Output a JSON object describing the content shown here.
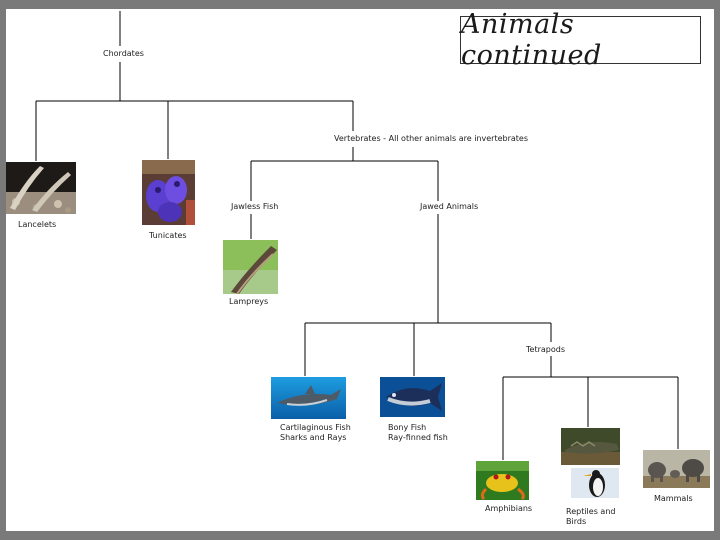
{
  "title": "Animals continued",
  "nodes": {
    "chordates": "Chordates",
    "vertebrates": "Vertebrates - All other animals are invertebrates",
    "jawless_fish": "Jawless Fish",
    "jawed_animals": "Jawed Animals",
    "tetrapods": "Tetrapods"
  },
  "leaves": {
    "lancelets": "Lancelets",
    "tunicates": "Tunicates",
    "lampreys": "Lampreys",
    "cartilaginous_1": "Cartilaginous Fish",
    "cartilaginous_2": "Sharks and Rays",
    "bony_1": "Bony Fish",
    "bony_2": "Ray-finned fish",
    "amphibians": "Amphibians",
    "reptiles_1": "Reptiles and",
    "reptiles_2": "Birds",
    "mammals": "Mammals"
  },
  "photos": [
    "lancelet-photo",
    "tunicate-photo",
    "lamprey-photo",
    "shark-photo",
    "tuna-photo",
    "frog-photo",
    "crocodile-photo",
    "penguin-photo",
    "elephant-photo"
  ]
}
